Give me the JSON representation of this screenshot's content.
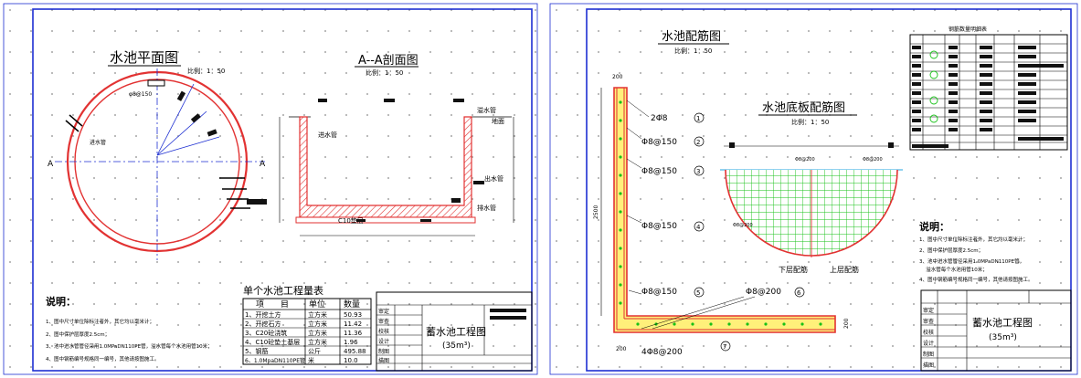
{
  "left_sheet": {
    "plan_title": "水池平面图",
    "plan_scale": "比例：1：50",
    "section_title": "A--A剖面图",
    "section_scale": "比例：1：50",
    "section_mark_left": "A",
    "section_mark_right": "A",
    "labels": {
      "inlet_pipe": "进水管",
      "overflow_pipe": "溢水管",
      "outlet_pipe": "出水管",
      "drain_pipe": "排水管",
      "c10_cushion": "C10垫层",
      "ground": "地面",
      "small_note": "进水管"
    },
    "quantities_table": {
      "title": "单个水池工程量表",
      "headers": [
        "项　　目",
        "单位",
        "数量"
      ],
      "rows": [
        [
          "1、开挖土方",
          "立方米",
          "50.93"
        ],
        [
          "2、开挖石方",
          "立方米",
          "11.42"
        ],
        [
          "3、C20砼浇筑",
          "立方米",
          "11.36"
        ],
        [
          "4、C10砼垫土基层",
          "立方米",
          "1.96"
        ],
        [
          "5、钢筋",
          "公斤",
          "495.88"
        ],
        [
          "6、1.0MpaDN110PE管",
          "米",
          "10.0"
        ]
      ]
    },
    "notes": {
      "heading": "说明：",
      "items": [
        "1、图中尺寸单位除标注者外，其它均以毫米计；",
        "2、图中保护层厚度2.5cm；",
        "3、池中进水管管径采用1.0MPaDN110PE管，溢水管每个水池用管10米；",
        "4、图中钢筋编号规格同一编号，其他请按图施工。"
      ]
    },
    "title_block": {
      "project": "蓄水池工程图",
      "volume": "(35m³)",
      "rows": [
        "审定",
        "审查",
        "校核",
        "设计",
        "制图",
        "描图"
      ]
    }
  },
  "right_sheet": {
    "wall_title": "水池配筋图",
    "wall_scale": "比例：1：50",
    "floor_title": "水池底板配筋图",
    "floor_scale": "比例：1：50",
    "dims": {
      "top": "200",
      "height": "2500",
      "slab": "200",
      "bottom": "200"
    },
    "rebars": [
      {
        "spec": "2Φ8",
        "no": "1"
      },
      {
        "spec": "Φ8@150",
        "no": "2"
      },
      {
        "spec": "Φ8@150",
        "no": "3"
      },
      {
        "spec": "Φ8@150",
        "no": "4"
      },
      {
        "spec": "Φ8@150",
        "no": "5"
      },
      {
        "spec": "Φ8@200",
        "no": "6"
      },
      {
        "spec": "4Φ8@200",
        "no": "7"
      }
    ],
    "floor_labels": {
      "lower": "下层配筋",
      "upper": "上层配筋",
      "tag_left": "Φ8@200",
      "tag_right": "Φ8@200",
      "tag_mid": "Φ8@200"
    },
    "schedule_title": "钢筋数量明细表",
    "notes": {
      "heading": "说明：",
      "items": [
        "1、图中尺寸单位除标注者外，其它均以毫米计；",
        "2、图中保护层厚度2.5cm；",
        "3、池中进水管管径采用1.0MPaDN110PE管，",
        "　 溢水管每个水池用管10米；",
        "4、图中钢筋编号规格同一编号，其他请按图施工。"
      ]
    },
    "title_block": {
      "project": "蓄水池工程图",
      "volume": "(35m³)",
      "rows": [
        "审定",
        "审查",
        "校核",
        "设计",
        "制图",
        "描图"
      ]
    }
  }
}
